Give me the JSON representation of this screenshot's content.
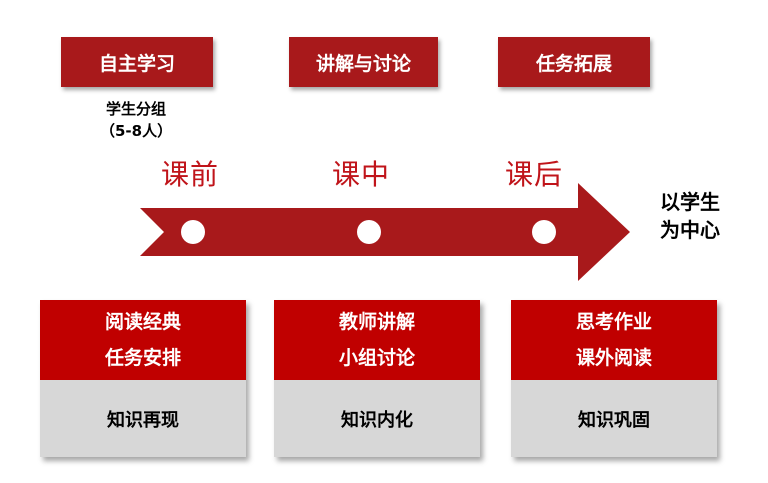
{
  "top_tasks": [
    {
      "label": "自主学习"
    },
    {
      "label": "讲解与讨论"
    },
    {
      "label": "任务拓展"
    }
  ],
  "group_note": {
    "line1": "学生分组",
    "line2": "（5-8人）"
  },
  "phases": [
    {
      "label": "课前"
    },
    {
      "label": "课中"
    },
    {
      "label": "课后"
    }
  ],
  "center": {
    "line1": "以学生",
    "line2": "为中心"
  },
  "cards": [
    {
      "line1": "阅读经典",
      "line2": "任务安排",
      "result": "知识再现"
    },
    {
      "line1": "教师讲解",
      "line2": "小组讨论",
      "result": "知识内化"
    },
    {
      "line1": "思考作业",
      "line2": "课外阅读",
      "result": "知识巩固"
    }
  ],
  "colors": {
    "arrow": "#a8191b",
    "card_header": "#c00000",
    "card_footer": "#d7d7d7",
    "phase_text": "#c0141a"
  }
}
